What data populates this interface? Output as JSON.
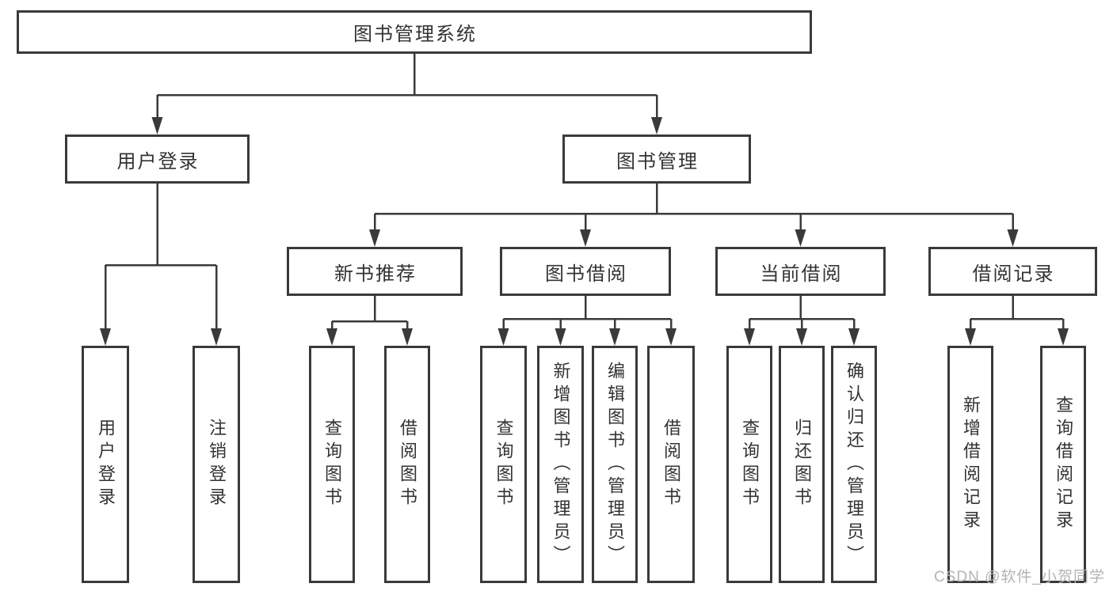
{
  "colors": {
    "line": "#3a3a3a",
    "box_border": "#3a3a3a",
    "box_fill": "#ffffff",
    "text": "#333333",
    "watermark": "#b3b3b3",
    "background": "#ffffff"
  },
  "diagram": {
    "root": {
      "label": "图书管理系统"
    },
    "branches": [
      {
        "label": "用户登录",
        "children": [
          {
            "label": "用户登录"
          },
          {
            "label": "注销登录"
          }
        ]
      },
      {
        "label": "图书管理",
        "children": [
          {
            "label": "新书推荐",
            "children": [
              {
                "label": "查询图书"
              },
              {
                "label": "借阅图书"
              }
            ]
          },
          {
            "label": "图书借阅",
            "children": [
              {
                "label": "查询图书"
              },
              {
                "label": "新增图书（管理员）"
              },
              {
                "label": "编辑图书（管理员）"
              },
              {
                "label": "借阅图书"
              }
            ]
          },
          {
            "label": "当前借阅",
            "children": [
              {
                "label": "查询图书"
              },
              {
                "label": "归还图书"
              },
              {
                "label": "确认归还（管理员）"
              }
            ]
          },
          {
            "label": "借阅记录",
            "children": [
              {
                "label": "新增借阅记录"
              },
              {
                "label": "查询借阅记录"
              }
            ]
          }
        ]
      }
    ]
  },
  "watermark": {
    "text": "CSDN @软件_小贺同学"
  }
}
